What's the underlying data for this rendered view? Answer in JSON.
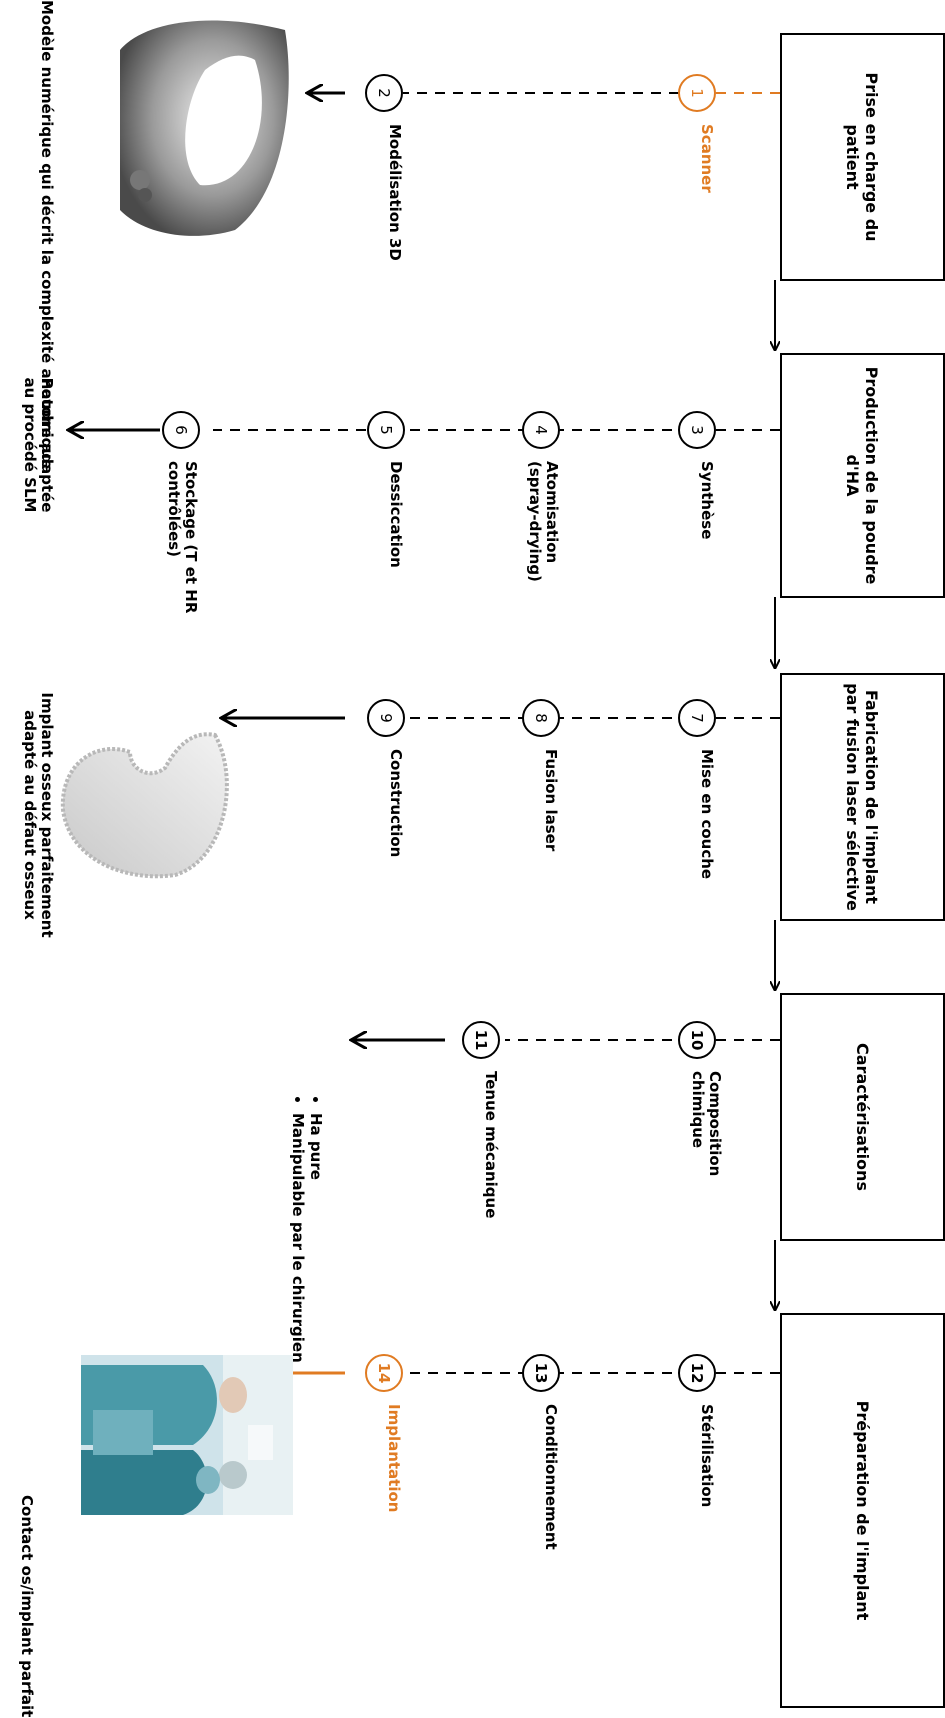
{
  "stages": [
    {
      "title": "Prise en charge du patient"
    },
    {
      "title": "Production de la poudre d'HA"
    },
    {
      "title": "Fabrication de l'implant par fusion laser sélective"
    },
    {
      "title": "Caractérisations"
    },
    {
      "title": "Préparation de l'implant"
    }
  ],
  "steps": [
    {
      "num": "1",
      "label": "Scanner",
      "highlight": true
    },
    {
      "num": "2",
      "label": "Modélisation 3D"
    },
    {
      "num": "3",
      "label": "Synthèse"
    },
    {
      "num": "4",
      "label": "Atomisation (spray-drying)"
    },
    {
      "num": "5",
      "label": "Dessiccation"
    },
    {
      "num": "6",
      "label": "Stockage (T et HR contrôlées)"
    },
    {
      "num": "7",
      "label": "Mise en couche"
    },
    {
      "num": "8",
      "label": "Fusion laser"
    },
    {
      "num": "9",
      "label": "Construction"
    },
    {
      "num": "10",
      "label": "Composition chimique"
    },
    {
      "num": "11",
      "label": "Tenue mécanique"
    },
    {
      "num": "12",
      "label": "Stérilisation"
    },
    {
      "num": "13",
      "label": "Conditionnement"
    },
    {
      "num": "14",
      "label": "Implantation",
      "highlight": true
    }
  ],
  "outcomes": [
    "Modèle numérique qui décrit la complexité anatomique",
    "Poudre adaptée au procédé SLM",
    "Implant osseux parfaitement adapté au défaut osseux",
    "Contact os/implant parfait"
  ],
  "characterisation_results": [
    "Ha pure",
    "Manipulable par le chirurgien"
  ],
  "colors": {
    "accent": "#e07b22",
    "line": "#000000"
  }
}
